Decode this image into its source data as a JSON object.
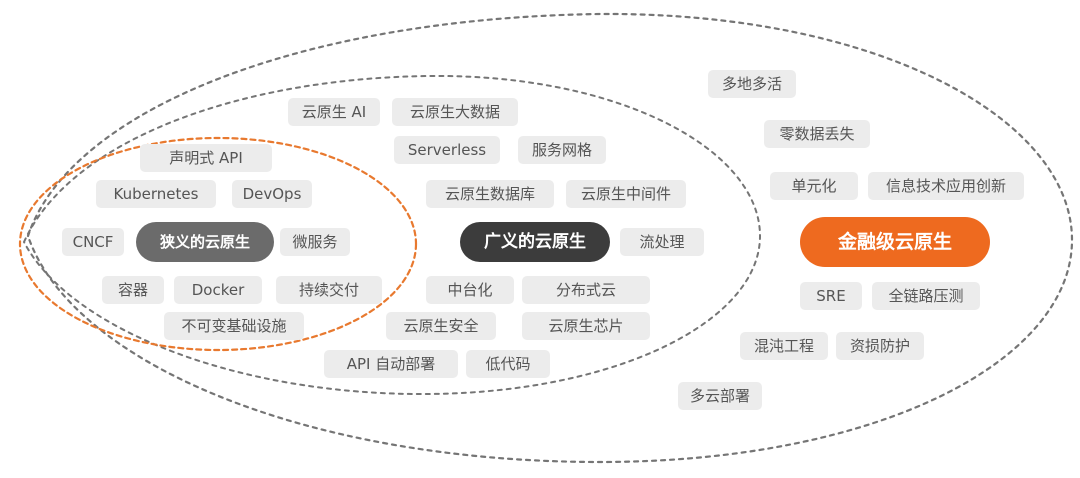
{
  "colors": {
    "outer_ring": "#757575",
    "middle_ring": "#757575",
    "inner_ring": "#e8792f",
    "tag_background": "#ececec",
    "tag_text": "#555555",
    "narrow_hub": "#6b6b6b",
    "broad_hub": "#3c3c3c",
    "financial_hub": "#ee6a1f"
  },
  "rings": {
    "narrow": {
      "style": "dashed",
      "color": "#e8792f"
    },
    "broad": {
      "style": "dashed",
      "color": "#757575"
    },
    "financial": {
      "style": "dashed",
      "color": "#757575"
    }
  },
  "narrow_cloud_native": {
    "hub_label": "狭义的云原生",
    "tags": {
      "declarative_api": "声明式 API",
      "kubernetes": "Kubernetes",
      "devops": "DevOps",
      "cncf": "CNCF",
      "microservices": "微服务",
      "container": "容器",
      "docker": "Docker",
      "continuous_delivery": "持续交付",
      "immutable_infrastructure": "不可变基础设施"
    }
  },
  "broad_cloud_native": {
    "hub_label": "广义的云原生",
    "tags": {
      "cloud_native_ai": "云原生 AI",
      "cloud_native_big_data": "云原生大数据",
      "serverless": "Serverless",
      "service_mesh": "服务网格",
      "cloud_native_database": "云原生数据库",
      "cloud_native_middleware": "云原生中间件",
      "stream_processing": "流处理",
      "middle_platform": "中台化",
      "distributed_cloud": "分布式云",
      "cloud_native_security": "云原生安全",
      "cloud_native_chip": "云原生芯片",
      "api_auto_deployment": "API 自动部署",
      "low_code": "低代码"
    }
  },
  "financial_cloud_native": {
    "hub_label": "金融级云原生",
    "tags": {
      "multi_active": "多地多活",
      "zero_data_loss": "零数据丢失",
      "unitization": "单元化",
      "it_innovation": "信息技术应用创新",
      "sre": "SRE",
      "full_link_stress_test": "全链路压测",
      "chaos_engineering": "混沌工程",
      "asset_loss_prevention": "资损防护",
      "multi_cloud_deployment": "多云部署"
    }
  }
}
